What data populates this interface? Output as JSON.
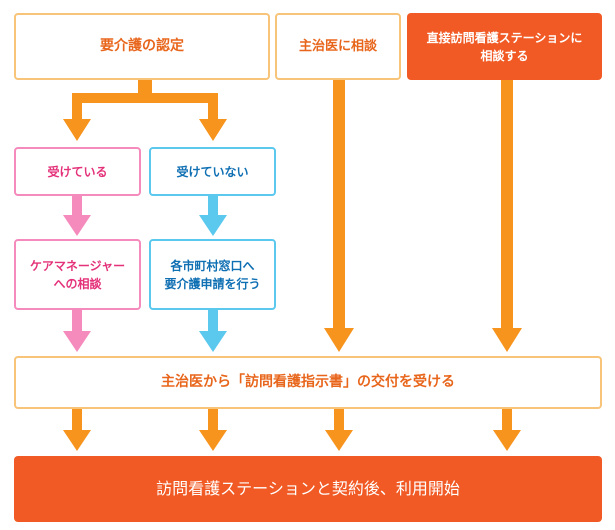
{
  "nodes": {
    "care_cert": "要介護の認定",
    "consult_doctor": "主治医に相談",
    "consult_station_line1": "直接訪問看護ステーションに",
    "consult_station_line2": "相談する",
    "receiving": "受けている",
    "not_receiving": "受けていない",
    "care_manager_line1": "ケアマネージャー",
    "care_manager_line2": "への相談",
    "municipal_line1": "各市町村窓口へ",
    "municipal_line2": "要介護申請を行う",
    "instruction": "主治医から「訪問看護指示書」の交付を受ける",
    "contract": "訪問看護ステーションと契約後、利用開始"
  },
  "colors": {
    "orange_arrow": "#f7941d",
    "orange_fill": "#f15a24",
    "orange_text": "#e8661c",
    "pink": "#f58bbd",
    "pink_text": "#e4327a",
    "blue": "#5bc8ee",
    "blue_text": "#0f6fb3",
    "outline": "#f7c47a"
  }
}
